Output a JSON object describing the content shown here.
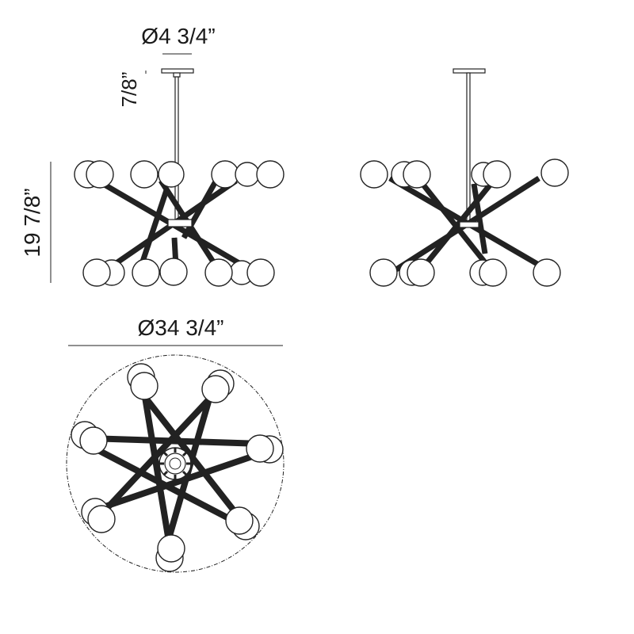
{
  "dimensions": {
    "canopy_diameter": "Ø4 3/4”",
    "canopy_height": "7/8”",
    "fixture_height": "19 7/8”",
    "fixture_diameter": "Ø34 3/4”"
  },
  "colors": {
    "line": "#222222",
    "background": "#ffffff"
  },
  "views": [
    "front-elevation",
    "side-elevation",
    "top-plan"
  ]
}
